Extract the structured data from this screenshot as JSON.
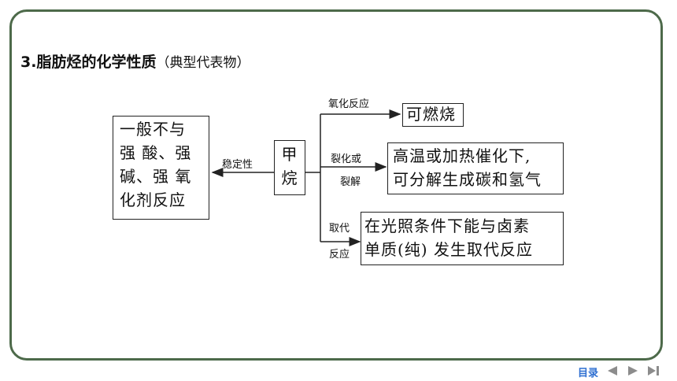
{
  "title": {
    "number": "3",
    "text": ".脂肪烃的化学性质",
    "paren": "（典型代表物）"
  },
  "center": {
    "line1": "甲",
    "line2": "烷"
  },
  "stability": {
    "label": "稳定性",
    "result": [
      "一般不与",
      "强 酸、强",
      "碱、强 氧",
      "化剂反应"
    ]
  },
  "oxidation": {
    "label": "氧化反应",
    "result": "可燃烧"
  },
  "cracking": {
    "label1": "裂化或",
    "label2": "裂解",
    "result": [
      "高温或加热催化下,",
      "可分解生成碳和氢气"
    ]
  },
  "substitution": {
    "label1": "取代",
    "label2": "反应",
    "result": [
      "在光照条件下能与卤素",
      "单质(纯) 发生取代反应"
    ]
  },
  "nav": {
    "toc": "目录"
  },
  "colors": {
    "frame": "#4d6a4a",
    "nav": "#2e6fd1"
  }
}
